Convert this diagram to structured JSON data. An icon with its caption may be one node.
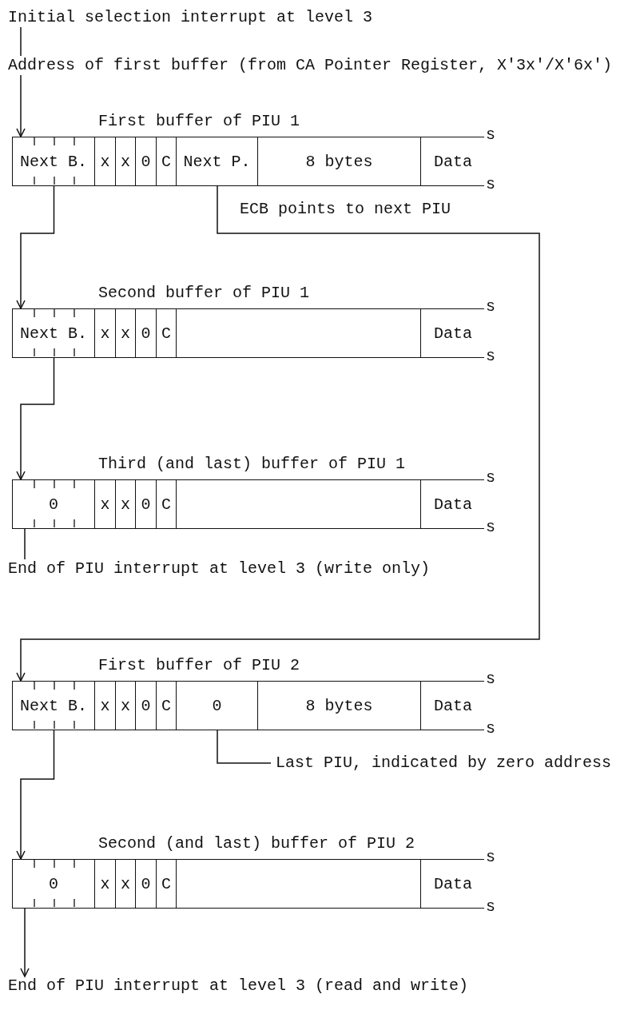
{
  "diagram": {
    "nodes": [
      {
        "text": [
          "Initial selection interrupt at level 3"
        ]
      },
      {
        "text": [
          "Address of first buffer (from CA Pointer Register, X'3x'/X'6x')"
        ]
      },
      {
        "text": [
          "First buffer of PIU 1"
        ]
      },
      {
        "text": [
          "Next B."
        ],
        "in": 2
      },
      {
        "text": [
          "x"
        ],
        "in": 2
      },
      {
        "text": [
          "x"
        ],
        "in": 2
      },
      {
        "text": [
          "0"
        ],
        "in": 2
      },
      {
        "text": [
          "C"
        ],
        "in": 2
      },
      {
        "text": [
          "Next P."
        ],
        "in": 2
      },
      {
        "text": [
          "8 bytes"
        ],
        "in": 2
      },
      {
        "text": [
          "Data"
        ],
        "in": 2
      },
      {
        "text": [
          "Second buffer of PIU 1"
        ]
      },
      {
        "text": [
          "Next B."
        ],
        "in": 11
      },
      {
        "text": [
          "x"
        ],
        "in": 11
      },
      {
        "text": [
          "x"
        ],
        "in": 11
      },
      {
        "text": [
          "0"
        ],
        "in": 11
      },
      {
        "text": [
          "C"
        ],
        "in": 11
      },
      {
        "text": [],
        "shape": "box",
        "in": 11
      },
      {
        "text": [
          "Data"
        ],
        "in": 11
      },
      {
        "text": [
          "Third (and last) buffer of PIU 1"
        ]
      },
      {
        "text": [
          "0"
        ],
        "in": 19
      },
      {
        "text": [
          "x"
        ],
        "in": 19
      },
      {
        "text": [
          "x"
        ],
        "in": 19
      },
      {
        "text": [
          "0"
        ],
        "in": 19
      },
      {
        "text": [
          "C"
        ],
        "in": 19
      },
      {
        "text": [],
        "shape": "box",
        "in": 19
      },
      {
        "text": [
          "Data"
        ],
        "in": 19
      },
      {
        "text": [
          "End of PIU interrupt at level 3 (write only)"
        ]
      },
      {
        "text": [
          "First buffer of PIU 2"
        ]
      },
      {
        "text": [
          "Next B."
        ],
        "in": 28
      },
      {
        "text": [
          "x"
        ],
        "in": 28
      },
      {
        "text": [
          "x"
        ],
        "in": 28
      },
      {
        "text": [
          "0"
        ],
        "in": 28
      },
      {
        "text": [
          "C"
        ],
        "in": 28
      },
      {
        "text": [
          "0"
        ],
        "in": 28
      },
      {
        "text": [
          "8 bytes"
        ],
        "in": 28
      },
      {
        "text": [
          "Data"
        ],
        "in": 28
      },
      {
        "text": [
          "Last PIU, indicated by zero address"
        ]
      },
      {
        "text": [
          "Second (and last) buffer of PIU 2"
        ]
      },
      {
        "text": [
          "0"
        ],
        "in": 38
      },
      {
        "text": [
          "x"
        ],
        "in": 38
      },
      {
        "text": [
          "x"
        ],
        "in": 38
      },
      {
        "text": [
          "0"
        ],
        "in": 38
      },
      {
        "text": [
          "C"
        ],
        "in": 38
      },
      {
        "text": [],
        "shape": "box",
        "in": 38
      },
      {
        "text": [
          "Data"
        ],
        "in": 38
      },
      {
        "text": [
          "End of PIU interrupt at level 3 (read and write)"
        ]
      }
    ],
    "edges": [
      {
        "from": 0,
        "to": 1,
        "arrow": "none"
      },
      {
        "from": 1,
        "to": 2,
        "arrow": "to"
      },
      {
        "from": 3,
        "to": 11,
        "arrow": "to"
      },
      {
        "from": 8,
        "to": 28,
        "arrow": "to",
        "label": "ECB points to next PIU"
      },
      {
        "from": 12,
        "to": 19,
        "arrow": "to"
      },
      {
        "from": 20,
        "to": 27,
        "arrow": "none"
      },
      {
        "from": 29,
        "to": 38,
        "arrow": "to"
      },
      {
        "from": 34,
        "to": 37,
        "arrow": "none"
      },
      {
        "from": 39,
        "to": 46,
        "arrow": "to"
      }
    ],
    "labels": [
      "s",
      "s",
      "s",
      "s",
      "s",
      "s",
      "s",
      "s",
      "s",
      "s"
    ]
  }
}
